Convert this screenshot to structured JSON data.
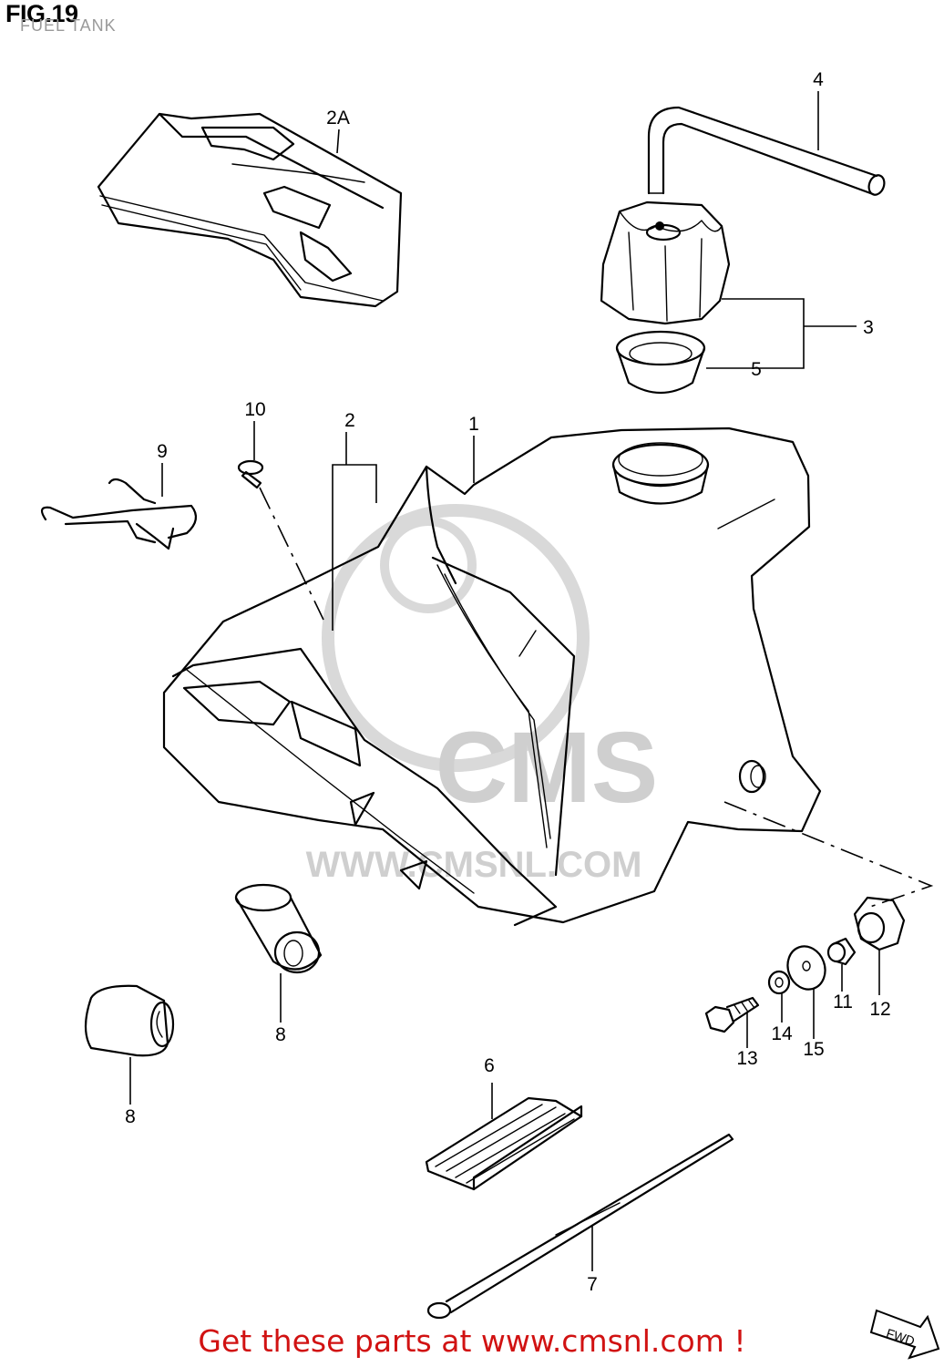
{
  "header": {
    "fig_label": "FIG.19",
    "subtitle": "FUEL TANK"
  },
  "watermark": {
    "brand": "CMS",
    "url": "WWW.CMSNL.COM"
  },
  "callouts": [
    "1",
    "2",
    "2A",
    "3",
    "4",
    "5",
    "6",
    "7",
    "8",
    "8",
    "9",
    "10",
    "11",
    "12",
    "13",
    "14",
    "15"
  ],
  "fwd_badge": "FWD",
  "footer": {
    "cta": "Get these parts at www.cmsnl.com !"
  },
  "colors": {
    "cta": "#d11212",
    "watermark": "#cfcfcf",
    "subtitle": "#9a9a9a"
  }
}
